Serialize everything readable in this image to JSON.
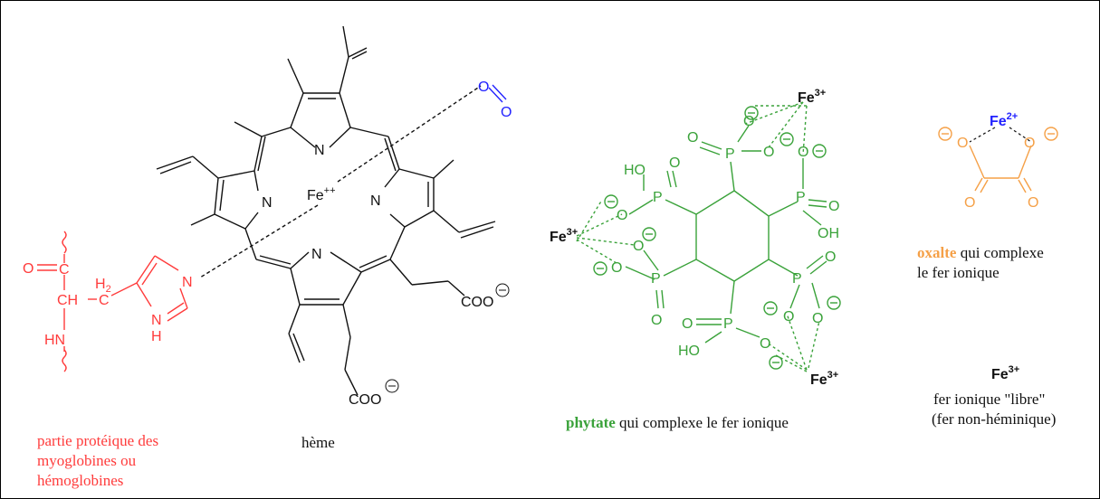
{
  "colors": {
    "black": "#111111",
    "red": "#ff3b3b",
    "blue": "#2222ff",
    "green": "#3aa23a",
    "orange": "#f5a047"
  },
  "heme": {
    "atoms": {
      "n_top": "N",
      "n_left": "N",
      "n_right": "N",
      "n_bottom": "N",
      "fe": "Fe",
      "fe_charge": "++",
      "o1": "O",
      "o2": "O",
      "coo_right": "COO",
      "coo_bottom": "COO"
    },
    "caption": "hème"
  },
  "protein": {
    "atoms": {
      "o": "O",
      "ch": "CH",
      "h": "H",
      "h_sub": "2",
      "hn": "HN",
      "n_ring": "N",
      "nh": "N",
      "nh_h": "H"
    },
    "caption_lines": [
      "partie protéique des",
      "myoglobines ou",
      "hémoglobines"
    ]
  },
  "phytate": {
    "fe_label": "Fe",
    "fe_charge": "3+",
    "p": "P",
    "o": "O",
    "ho": "HO",
    "oh": "OH",
    "caption_bold": "phytate",
    "caption_rest": " qui complexe le fer ionique"
  },
  "oxalate": {
    "fe_label": "Fe",
    "fe_charge": "2+",
    "o": "O",
    "caption_bold": "oxalte",
    "caption_rest": " qui complexe",
    "caption_line2": "le fer ionique"
  },
  "free_iron": {
    "fe_label": "Fe",
    "fe_charge": "3+",
    "caption_lines": [
      "fer ionique \"libre\"",
      "(fer non-héminique)"
    ]
  }
}
